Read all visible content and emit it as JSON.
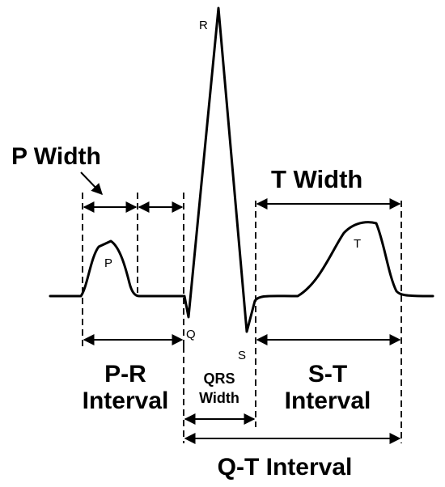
{
  "waves": {
    "p": "P",
    "q": "Q",
    "r": "R",
    "s": "S",
    "t": "T"
  },
  "labels": {
    "p_width": "P Width",
    "t_width": "T Width",
    "pr_interval_line1": "P-R",
    "pr_interval_line2": "Interval",
    "qrs_line1": "QRS",
    "qrs_line2": "Width",
    "st_interval_line1": "S-T",
    "st_interval_line2": "Interval",
    "qt_interval": "Q-T Interval"
  },
  "colors": {
    "ink": "#000000",
    "background": "#ffffff"
  }
}
